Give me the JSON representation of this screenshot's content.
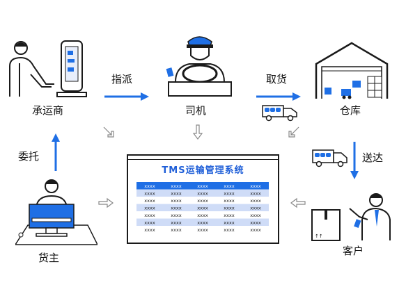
{
  "nodes": {
    "carrier": "承运商",
    "driver": "司机",
    "warehouse": "仓库",
    "shipper": "货主",
    "customer": "客户"
  },
  "edges": {
    "dispatch": "指派",
    "pickup": "取货",
    "entrust": "委托",
    "deliver": "送达"
  },
  "system": {
    "title": "TMS运输管理系统",
    "cell": "xxxx"
  },
  "colors": {
    "accent": "#1f6fe5",
    "dark": "#1a1a1a",
    "light_blue": "#cfdcf7"
  }
}
